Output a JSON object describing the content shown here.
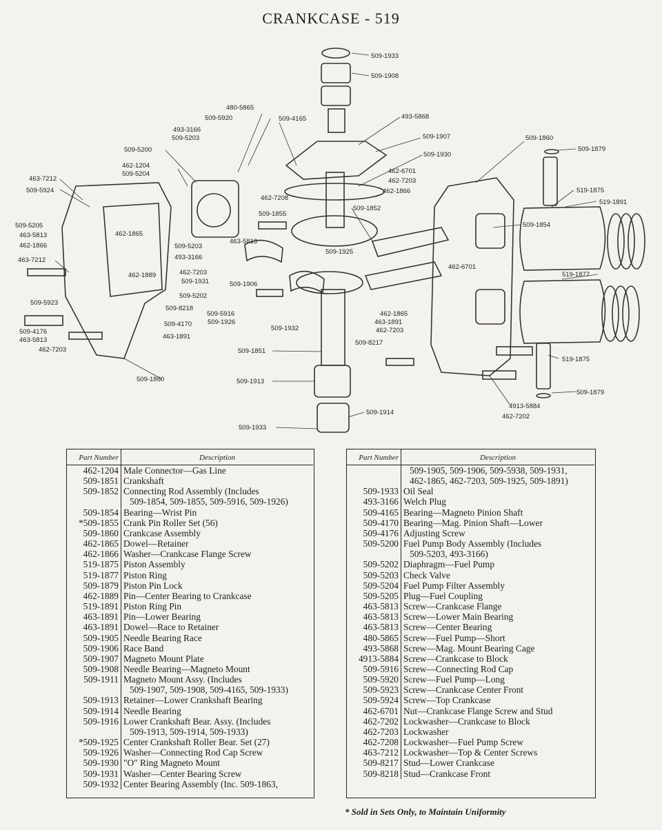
{
  "title": "CRANKCASE - 519",
  "diagram_labels": [
    {
      "id": "l1",
      "text": "509-1933"
    },
    {
      "id": "l2",
      "text": "509-1908"
    },
    {
      "id": "l3",
      "text": "480-5865"
    },
    {
      "id": "l4",
      "text": "509-5920"
    },
    {
      "id": "l5",
      "text": "509-4165"
    },
    {
      "id": "l6",
      "text": "493-5868"
    },
    {
      "id": "l7",
      "text": "493-3166"
    },
    {
      "id": "l8",
      "text": "509-5203"
    },
    {
      "id": "l9",
      "text": "509-1907"
    },
    {
      "id": "l10",
      "text": "509-1860"
    },
    {
      "id": "l11",
      "text": "509-1879"
    },
    {
      "id": "l12",
      "text": "509-5200"
    },
    {
      "id": "l13",
      "text": "509-1930"
    },
    {
      "id": "l14",
      "text": "462-1204"
    },
    {
      "id": "l15",
      "text": "509-5204"
    },
    {
      "id": "l16",
      "text": "462-6701"
    },
    {
      "id": "l17",
      "text": "462-7203"
    },
    {
      "id": "l18",
      "text": "463-7212"
    },
    {
      "id": "l19",
      "text": "509-5924"
    },
    {
      "id": "l20",
      "text": "462-1866"
    },
    {
      "id": "l21",
      "text": "519-1875"
    },
    {
      "id": "l22",
      "text": "519-1891"
    },
    {
      "id": "l23",
      "text": "462-7208"
    },
    {
      "id": "l24",
      "text": "509-1852"
    },
    {
      "id": "l25",
      "text": "509-1855"
    },
    {
      "id": "l26",
      "text": "509-1854"
    },
    {
      "id": "l27",
      "text": "509-5205"
    },
    {
      "id": "l28",
      "text": "463-5813"
    },
    {
      "id": "l29",
      "text": "462-1865"
    },
    {
      "id": "l30",
      "text": "462-1866"
    },
    {
      "id": "l31",
      "text": "463-5813"
    },
    {
      "id": "l32",
      "text": "509-5203"
    },
    {
      "id": "l33",
      "text": "493-3166"
    },
    {
      "id": "l34",
      "text": "509-1925"
    },
    {
      "id": "l35",
      "text": "463-7212"
    },
    {
      "id": "l36",
      "text": "462-1889"
    },
    {
      "id": "l37",
      "text": "462-7203"
    },
    {
      "id": "l38",
      "text": "509-1931"
    },
    {
      "id": "l39",
      "text": "462-6701"
    },
    {
      "id": "l40",
      "text": "509-1906"
    },
    {
      "id": "l41",
      "text": "519-1877"
    },
    {
      "id": "l42",
      "text": "509-5202"
    },
    {
      "id": "l43",
      "text": "509-5923"
    },
    {
      "id": "l44",
      "text": "509-8218"
    },
    {
      "id": "l45",
      "text": "509-5916"
    },
    {
      "id": "l46",
      "text": "462-1865"
    },
    {
      "id": "l47",
      "text": "509-4170"
    },
    {
      "id": "l48",
      "text": "509-1926"
    },
    {
      "id": "l49",
      "text": "463-1891"
    },
    {
      "id": "l50",
      "text": "509-4176"
    },
    {
      "id": "l51",
      "text": "509-1932"
    },
    {
      "id": "l52",
      "text": "462-7203"
    },
    {
      "id": "l53",
      "text": "463-5813"
    },
    {
      "id": "l54",
      "text": "463-1891"
    },
    {
      "id": "l55",
      "text": "462-7203"
    },
    {
      "id": "l56",
      "text": "509-8217"
    },
    {
      "id": "l57",
      "text": "509-1851"
    },
    {
      "id": "l58",
      "text": "519-1875"
    },
    {
      "id": "l59",
      "text": "509-1860"
    },
    {
      "id": "l60",
      "text": "509-1913"
    },
    {
      "id": "l61",
      "text": "509-1879"
    },
    {
      "id": "l62",
      "text": "4913-5884"
    },
    {
      "id": "l63",
      "text": "509-1914"
    },
    {
      "id": "l64",
      "text": "462-7202"
    },
    {
      "id": "l65",
      "text": "509-1933"
    }
  ],
  "table_left": {
    "header_part": "Part Number",
    "header_desc": "Description",
    "rows": [
      {
        "part": "462-1204",
        "desc": "Male Connector—Gas Line"
      },
      {
        "part": "509-1851",
        "desc": "Crankshaft"
      },
      {
        "part": "509-1852",
        "desc": "Connecting Rod Assembly (Includes"
      },
      {
        "part": "",
        "desc": "509-1854, 509-1855, 509-5916, 509-1926)"
      },
      {
        "part": "509-1854",
        "desc": "Bearing—Wrist Pin"
      },
      {
        "part": "*509-1855",
        "desc": "Crank Pin Roller Set (56)"
      },
      {
        "part": "509-1860",
        "desc": "Crankcase Assembly"
      },
      {
        "part": "462-1865",
        "desc": "Dowel—Retainer"
      },
      {
        "part": "462-1866",
        "desc": "Washer—Crankcase Flange Screw"
      },
      {
        "part": "519-1875",
        "desc": "Piston Assembly"
      },
      {
        "part": "519-1877",
        "desc": "Piston Ring"
      },
      {
        "part": "509-1879",
        "desc": "Piston Pin Lock"
      },
      {
        "part": "462-1889",
        "desc": "Pin—Center Bearing to Crankcase"
      },
      {
        "part": "519-1891",
        "desc": "Piston Ring Pin"
      },
      {
        "part": "463-1891",
        "desc": "Pin—Lower Bearing"
      },
      {
        "part": "463-1891",
        "desc": "Dowel—Race to Retainer"
      },
      {
        "part": "509-1905",
        "desc": "Needle Bearing Race"
      },
      {
        "part": "509-1906",
        "desc": "Race Band"
      },
      {
        "part": "509-1907",
        "desc": "Magneto Mount Plate"
      },
      {
        "part": "509-1908",
        "desc": "Needle Bearing—Magneto Mount"
      },
      {
        "part": "509-1911",
        "desc": "Magneto Mount Assy. (Includes"
      },
      {
        "part": "",
        "desc": "509-1907, 509-1908, 509-4165, 509-1933)"
      },
      {
        "part": "509-1913",
        "desc": "Retainer—Lower Crankshaft Bearing"
      },
      {
        "part": "509-1914",
        "desc": "Needle Bearing"
      },
      {
        "part": "509-1916",
        "desc": "Lower Crankshaft Bear. Assy. (Includes"
      },
      {
        "part": "",
        "desc": "509-1913, 509-1914, 509-1933)"
      },
      {
        "part": "*509-1925",
        "desc": "Center Crankshaft Roller Bear. Set (27)"
      },
      {
        "part": "509-1926",
        "desc": "Washer—Connecting Rod Cap Screw"
      },
      {
        "part": "509-1930",
        "desc": "\"O\" Ring Magneto Mount"
      },
      {
        "part": "509-1931",
        "desc": "Washer—Center Bearing Screw"
      },
      {
        "part": "509-1932",
        "desc": "Center Bearing Assembly (Inc. 509-1863,"
      }
    ]
  },
  "table_right": {
    "header_part": "Part Number",
    "header_desc": "Description",
    "rows": [
      {
        "part": "",
        "desc": "509-1905, 509-1906, 509-5938, 509-1931,"
      },
      {
        "part": "",
        "desc": "462-1865, 462-7203, 509-1925, 509-1891)"
      },
      {
        "part": "509-1933",
        "desc": "Oil Seal"
      },
      {
        "part": "493-3166",
        "desc": "Welch Plug"
      },
      {
        "part": "509-4165",
        "desc": "Bearing—Magneto Pinion Shaft"
      },
      {
        "part": "509-4170",
        "desc": "Bearing—Mag. Pinion Shaft—Lower"
      },
      {
        "part": "509-4176",
        "desc": "Adjusting Screw"
      },
      {
        "part": "509-5200",
        "desc": "Fuel Pump Body Assembly (Includes"
      },
      {
        "part": "",
        "desc": "509-5203, 493-3166)"
      },
      {
        "part": "509-5202",
        "desc": "Diaphragm—Fuel Pump"
      },
      {
        "part": "509-5203",
        "desc": "Check Valve"
      },
      {
        "part": "509-5204",
        "desc": "Fuel Pump Filter Assembly"
      },
      {
        "part": "509-5205",
        "desc": "Plug—Fuel Coupling"
      },
      {
        "part": "463-5813",
        "desc": "Screw—Crankcase Flange"
      },
      {
        "part": "463-5813",
        "desc": "Screw—Lower Main Bearing"
      },
      {
        "part": "463-5813",
        "desc": "Screw—Center Bearing"
      },
      {
        "part": "480-5865",
        "desc": "Screw—Fuel Pump—Short"
      },
      {
        "part": "493-5868",
        "desc": "Screw—Mag. Mount Bearing Cage"
      },
      {
        "part": "4913-5884",
        "desc": "Screw—Crankcase to Block"
      },
      {
        "part": "509-5916",
        "desc": "Screw—Connecting Rod Cap"
      },
      {
        "part": "509-5920",
        "desc": "Screw—Fuel Pump—Long"
      },
      {
        "part": "509-5923",
        "desc": "Screw—Crankcase Center Front"
      },
      {
        "part": "509-5924",
        "desc": "Screw—Top Crankcase"
      },
      {
        "part": "462-6701",
        "desc": "Nut—Crankcase Flange Screw and Stud"
      },
      {
        "part": "462-7202",
        "desc": "Lockwasher—Crankcase to Block"
      },
      {
        "part": "462-7203",
        "desc": "Lockwasher"
      },
      {
        "part": "462-7208",
        "desc": "Lockwasher—Fuel Pump Screw"
      },
      {
        "part": "463-7212",
        "desc": "Lockwasher—Top & Center Screws"
      },
      {
        "part": "509-8217",
        "desc": "Stud—Lower Crankcase"
      },
      {
        "part": "509-8218",
        "desc": "Stud—Crankcase Front"
      }
    ]
  },
  "footnote": "* Sold in Sets Only, to Maintain Uniformity"
}
